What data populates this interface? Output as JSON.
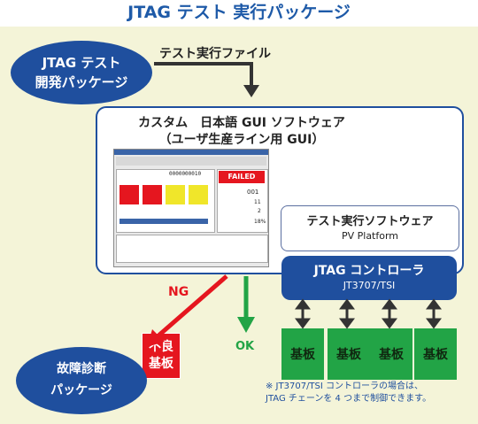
{
  "title": "JTAG テスト 実行パッケージ",
  "jtag_package": {
    "line1": "JTAG テスト",
    "line2": "開発パッケージ"
  },
  "test_file_label": "テスト実行ファイル",
  "gui": {
    "line1": "カスタム　日本語 GUI ソフトウェア",
    "line2": "（ユーザ生産ライン用 GUI）"
  },
  "screenshot": {
    "failed": "FAILED",
    "counter": "0000000010",
    "pass_count": "001",
    "count2": "11",
    "count3": "2",
    "pct": "18%"
  },
  "pv": {
    "title": "テスト実行ソフトウェア",
    "subtitle": "PV Platform"
  },
  "controller": {
    "title": "JTAG コントローラ",
    "model": "JT3707/TSI"
  },
  "boards": [
    "基板",
    "基板",
    "基板",
    "基板"
  ],
  "ng_label": "NG",
  "ok_label": "OK",
  "bad_board": {
    "line1": "不良",
    "line2": "基板"
  },
  "diag_package": {
    "line1": "故障診断",
    "line2": "パッケージ"
  },
  "note": {
    "line1": "※ JT3707/TSI コントローラの場合は、",
    "line2": "JTAG チェーンを 4 つまで制御できます。"
  },
  "colors": {
    "blue": "#1f4f9e",
    "green": "#22a446",
    "red": "#e5161f",
    "background": "#f4f4d8"
  }
}
